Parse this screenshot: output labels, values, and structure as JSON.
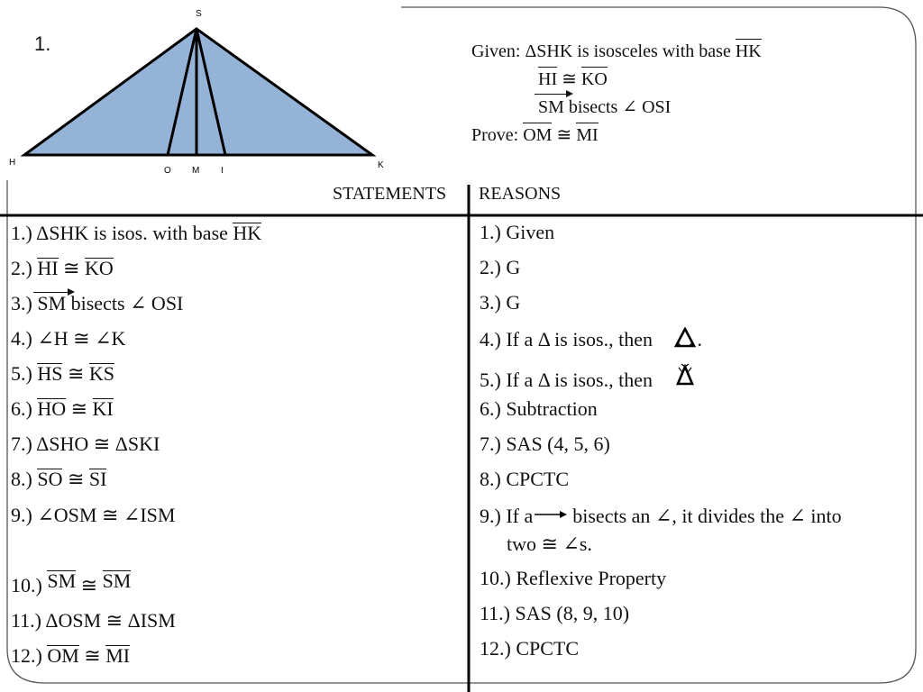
{
  "problem_number": "1.",
  "figure": {
    "vertex_labels": {
      "S": "S",
      "H": "H",
      "K": "K",
      "O": "O",
      "M": "M",
      "I": "I"
    },
    "fill_color": "#95b3d7",
    "stroke_color": "#000000"
  },
  "given": {
    "given_label": "Given:",
    "line1_prefix": "ΔSHK is isosceles with base",
    "line1_seg": "HK",
    "line2_seg1": "HI",
    "line2_cong": "≅",
    "line2_seg2": "KO",
    "line3_ray": "SM",
    "line3_rest": "bisects ∠ OSI",
    "prove_label": "Prove:",
    "prove_seg1": "OM",
    "prove_cong": "≅",
    "prove_seg2": "MI"
  },
  "table": {
    "statements_header": "STATEMENTS",
    "reasons_header": "REASONS",
    "statements": {
      "s1_num": "1.)",
      "s1_text": "ΔSHK is isos. with base",
      "s1_seg": "HK",
      "s2_num": "2.)",
      "s2_seg1": "HI",
      "s2_cong": "≅",
      "s2_seg2": "KO",
      "s3_num": "3.)",
      "s3_ray": "SM",
      "s3_text": "bisects ∠ OSI",
      "s4_num": "4.)",
      "s4_text": "∠H ≅ ∠K",
      "s5_num": "5.)",
      "s5_seg1": "HS",
      "s5_cong": "≅",
      "s5_seg2": "KS",
      "s6_num": "6.)",
      "s6_seg1": "HO",
      "s6_cong": "≅",
      "s6_seg2": "KI",
      "s7_num": "7.)",
      "s7_text": "ΔSHO ≅ ΔSKI",
      "s8_num": "8.)",
      "s8_seg1": "SO",
      "s8_cong": "≅",
      "s8_seg2": "SI",
      "s9_num": "9.)",
      "s9_text": "∠OSM ≅ ∠ISM",
      "s10_num": "10.)",
      "s10_seg1": "SM",
      "s10_cong": "≅",
      "s10_seg2": "SM",
      "s11_num": "11.)",
      "s11_text": "ΔOSM ≅ ΔISM",
      "s12_num": "12.)",
      "s12_seg1": "OM",
      "s12_cong": "≅",
      "s12_seg2": "MI"
    },
    "reasons": {
      "r1": "1.) Given",
      "r2": "2.) G",
      "r3": "3.) G",
      "r4_text": "4.) If a Δ is isos., then",
      "r4_end": ".",
      "r5_text": "5.) If a Δ is isos., then",
      "r6": "6.) Subtraction",
      "r7": "7.) SAS (4, 5, 6)",
      "r8": "8.) CPCTC",
      "r9_start": "9.) If a",
      "r9_mid": "bisects an ∠, it divides the ∠ into",
      "r9_line2": "two ≅ ∠s.",
      "r10": "10.) Reflexive Property",
      "r11": "11.) SAS (8, 9, 10)",
      "r12": "12.) CPCTC"
    }
  }
}
